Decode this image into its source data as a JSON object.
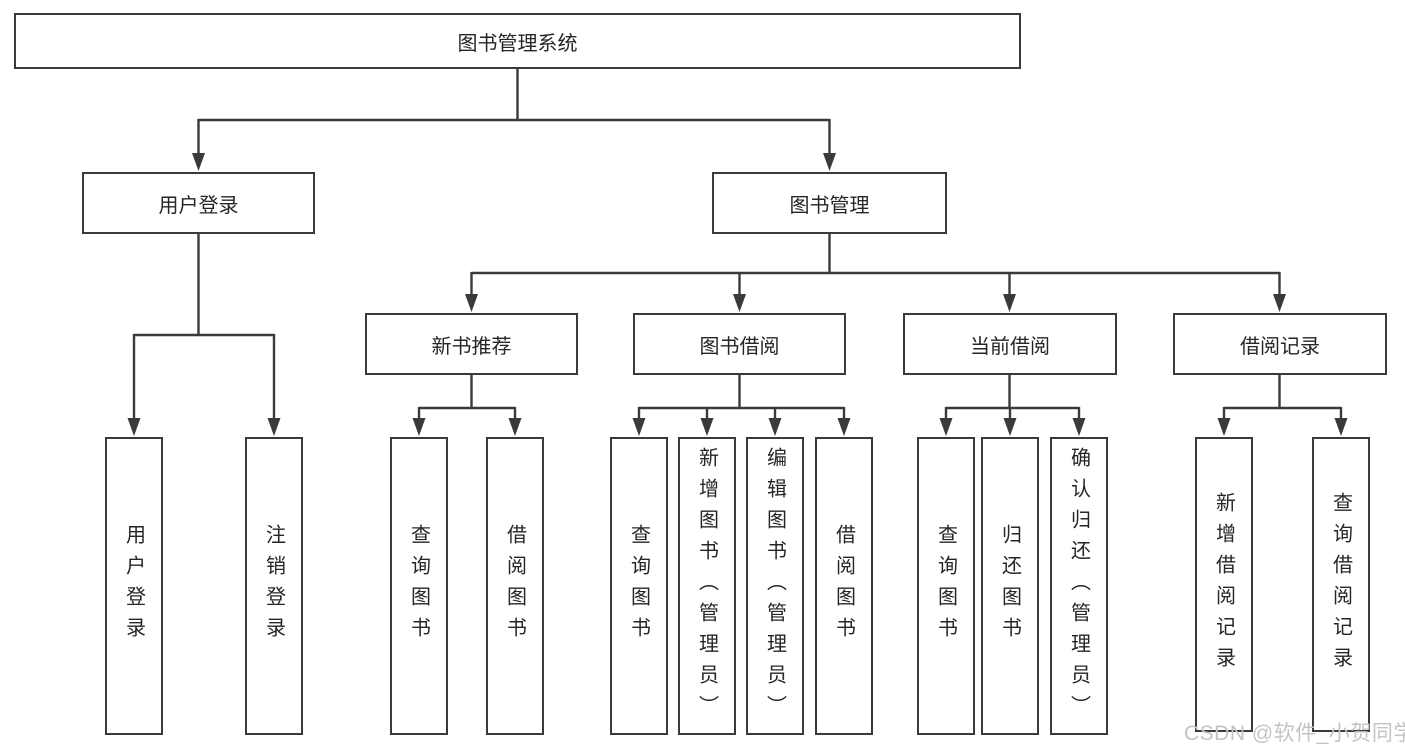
{
  "diagram": {
    "root": "图书管理系统",
    "level2": {
      "user_login": "用户登录",
      "book_management": "图书管理"
    },
    "level3": {
      "new_book_recommend": "新书推荐",
      "book_borrow": "图书借阅",
      "current_borrow": "当前借阅",
      "borrow_records": "借阅记录"
    },
    "leaves": {
      "user_login": [
        "用户登录",
        "注销登录"
      ],
      "new_book_recommend": [
        "查询图书",
        "借阅图书"
      ],
      "book_borrow": [
        "查询图书",
        "新增图书（管理员）",
        "编辑图书（管理员）",
        "借阅图书"
      ],
      "current_borrow": [
        "查询图书",
        "归还图书",
        "确认归还（管理员）"
      ],
      "borrow_records": [
        "新增借阅记录",
        "查询借阅记录"
      ]
    }
  },
  "watermark": {
    "text": "CSDN @软件_小贺同学",
    "color": "#c4c4c4"
  },
  "colors": {
    "line": "#3a3a3a",
    "text": "#262626",
    "node_background": "#ffffff",
    "page_background": "#ffffff"
  }
}
